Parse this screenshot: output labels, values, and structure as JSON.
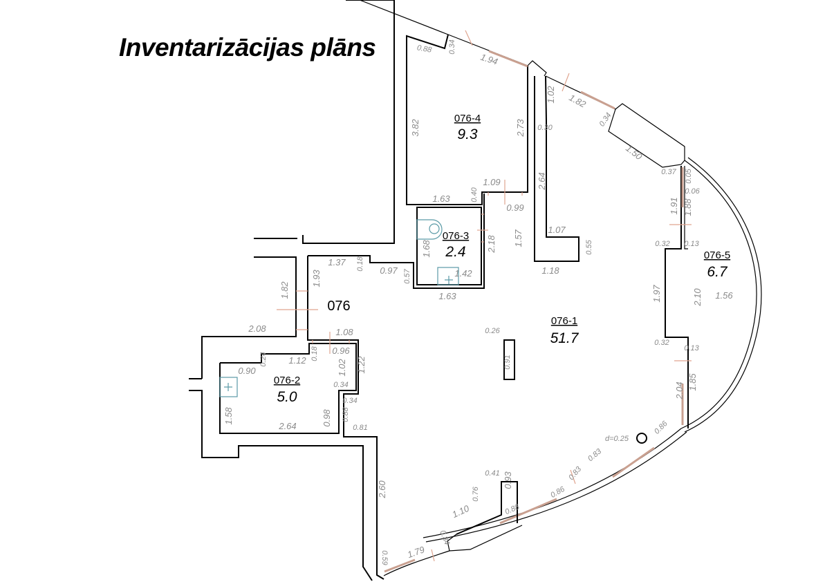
{
  "title": "Inventarizācijas plāns",
  "corridor_label": "076",
  "rooms": [
    {
      "id": "076-4",
      "area": "9.3"
    },
    {
      "id": "076-3",
      "area": "2.4"
    },
    {
      "id": "076-1",
      "area": "51.7"
    },
    {
      "id": "076-2",
      "area": "5.0"
    },
    {
      "id": "076-5",
      "area": "6.7"
    }
  ],
  "column_note": "d=0.25",
  "dims": [
    "0.88",
    "0.34",
    "1.94",
    "3.82",
    "2.73",
    "1.63",
    "0.40",
    "1.09",
    "0.99",
    "1.02",
    "0.30",
    "1.82",
    "0.34",
    "1.50",
    "2.64",
    "1.07",
    "0.55",
    "1.18",
    "1.57",
    "0.37",
    "0.05",
    "0.06",
    "1.91",
    "1.88",
    "0.32",
    "0.13",
    "1.97",
    "2.10",
    "1.56",
    "0.32",
    "0.13",
    "2.04",
    "1.85",
    "0.86",
    "0.83",
    "0.83",
    "0.86",
    "0.88",
    "0.93",
    "0.41",
    "0.76",
    "1.10",
    "0.34",
    "1.79",
    "0.59",
    "2.60",
    "0.26",
    "0.91",
    "1.22",
    "0.81",
    "1.68",
    "2.18",
    "1.42",
    "1.63",
    "0.57",
    "1.37",
    "0.18",
    "0.97",
    "1.93",
    "1.82",
    "2.08",
    "1.08",
    "0.96",
    "0.18",
    "1.12",
    "0.24",
    "0.90",
    "1.02",
    "0.34",
    "0.34",
    "0.88",
    "0.98",
    "2.64",
    "1.58"
  ]
}
